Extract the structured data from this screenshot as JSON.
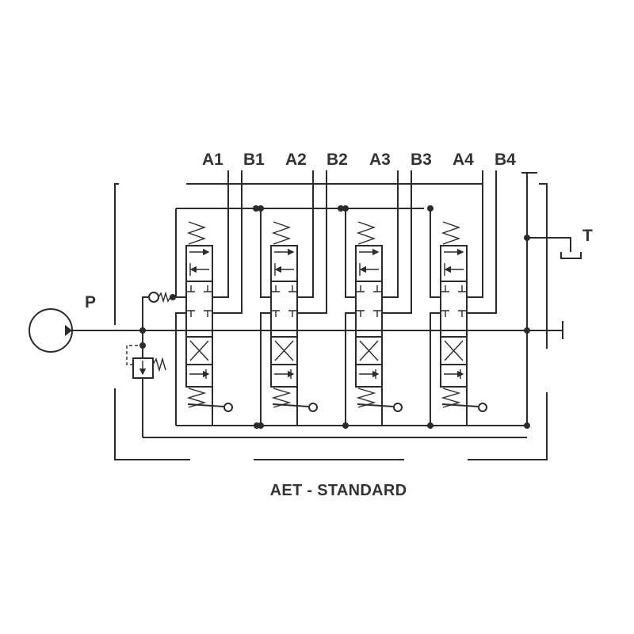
{
  "ports": {
    "pressure": "P",
    "tank": "T",
    "work": [
      "A1",
      "B1",
      "A2",
      "B2",
      "A3",
      "B3",
      "A4",
      "B4"
    ]
  },
  "caption": "AET - STANDARD",
  "sections": 4,
  "colors": {
    "line": "#2b2b2b",
    "text": "#333333",
    "background": "#ffffff"
  }
}
